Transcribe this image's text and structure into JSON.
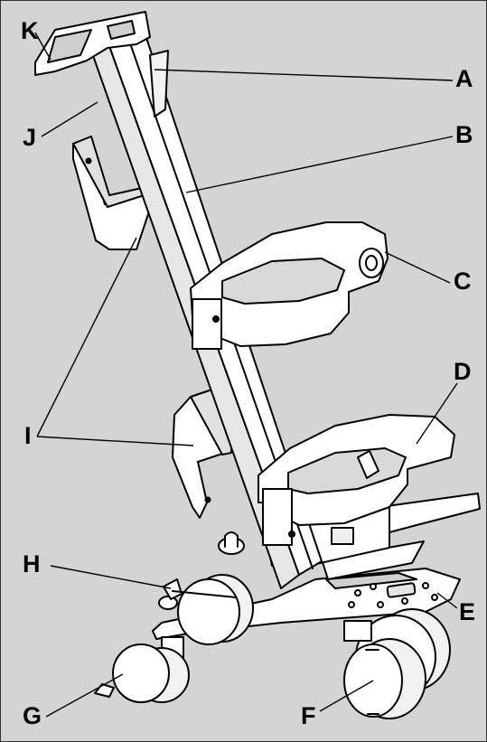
{
  "figure": {
    "background_color": "#d4d4d4",
    "labels": {
      "A": "A",
      "B": "B",
      "C": "C",
      "D": "D",
      "E": "E",
      "F": "F",
      "G": "G",
      "H": "H",
      "I": "I",
      "J": "J",
      "K": "K"
    }
  }
}
